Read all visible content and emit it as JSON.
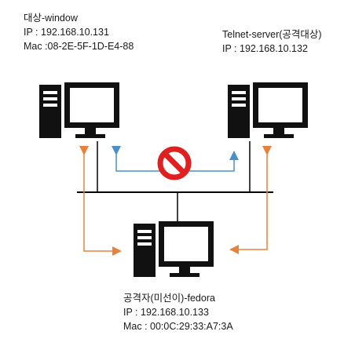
{
  "nodes": {
    "victim": {
      "name": "대상-window",
      "ip": "IP : 192.168.10.131",
      "mac": "Mac :08-2E-5F-1D-E4-88"
    },
    "server": {
      "name": "Telnet-server(공격대상)",
      "ip": "IP : 192.168.10.132"
    },
    "attacker": {
      "name": "공격자(미선이)-fedora",
      "ip": "IP : 192.168.10.133",
      "mac": "Mac : 00:0C:29:33:A7:3A"
    }
  },
  "colors": {
    "blocked_path": "#4a90c8",
    "attacker_path": "#e8823a",
    "block_symbol": "#e02020",
    "monitor": "#111111",
    "screen": "#ffffff",
    "network_bus": "#000000"
  },
  "icons": {
    "computer": "desktop-computer-icon",
    "blocked": "no-entry-icon"
  }
}
